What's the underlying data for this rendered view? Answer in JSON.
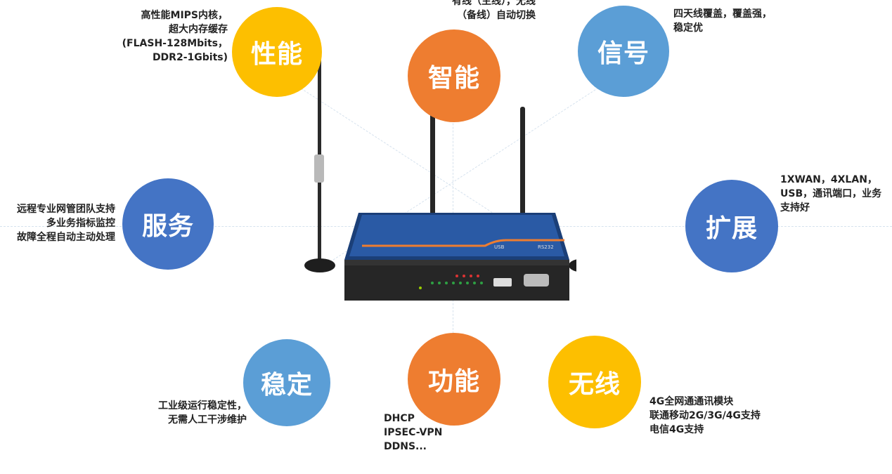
{
  "bubbles": {
    "performance": {
      "label": "性能",
      "color": "#fdbf00"
    },
    "smart": {
      "label": "智能",
      "color": "#ee7d30"
    },
    "signal": {
      "label": "信号",
      "color": "#5b9ed6"
    },
    "service": {
      "label": "服务",
      "color": "#4474c5"
    },
    "expand": {
      "label": "扩展",
      "color": "#4474c5"
    },
    "stable": {
      "label": "稳定",
      "color": "#5b9ed6"
    },
    "function": {
      "label": "功能",
      "color": "#ee7d30"
    },
    "wireless": {
      "label": "无线",
      "color": "#fdbf00"
    }
  },
  "descriptions": {
    "performance": [
      "高性能MIPS内核，",
      "超大内存缓存",
      "(FLASH-128Mbits，",
      "DDR2-1Gbits)"
    ],
    "smart": [
      "有线（主线），无线",
      "（备线）自动切换"
    ],
    "signal": [
      "四天线覆盖，覆盖强，",
      "稳定优"
    ],
    "service": [
      "远程专业网管团队支持",
      "多业务指标监控",
      "故障全程自动主动处理"
    ],
    "expand": [
      "1XWAN，4XLAN，",
      "USB，通讯端口，业务",
      "支持好"
    ],
    "stable": [
      "工业级运行稳定性，",
      "无需人工干涉维护"
    ],
    "function": [
      "DHCP",
      "IPSEC-VPN",
      "DDNS..."
    ],
    "wireless": [
      "4G全网通通讯模块",
      "联通移动2G/3G/4G支持",
      "电信4G支持"
    ]
  },
  "device": {
    "panel_labels": [
      "USB",
      "RS232"
    ]
  }
}
